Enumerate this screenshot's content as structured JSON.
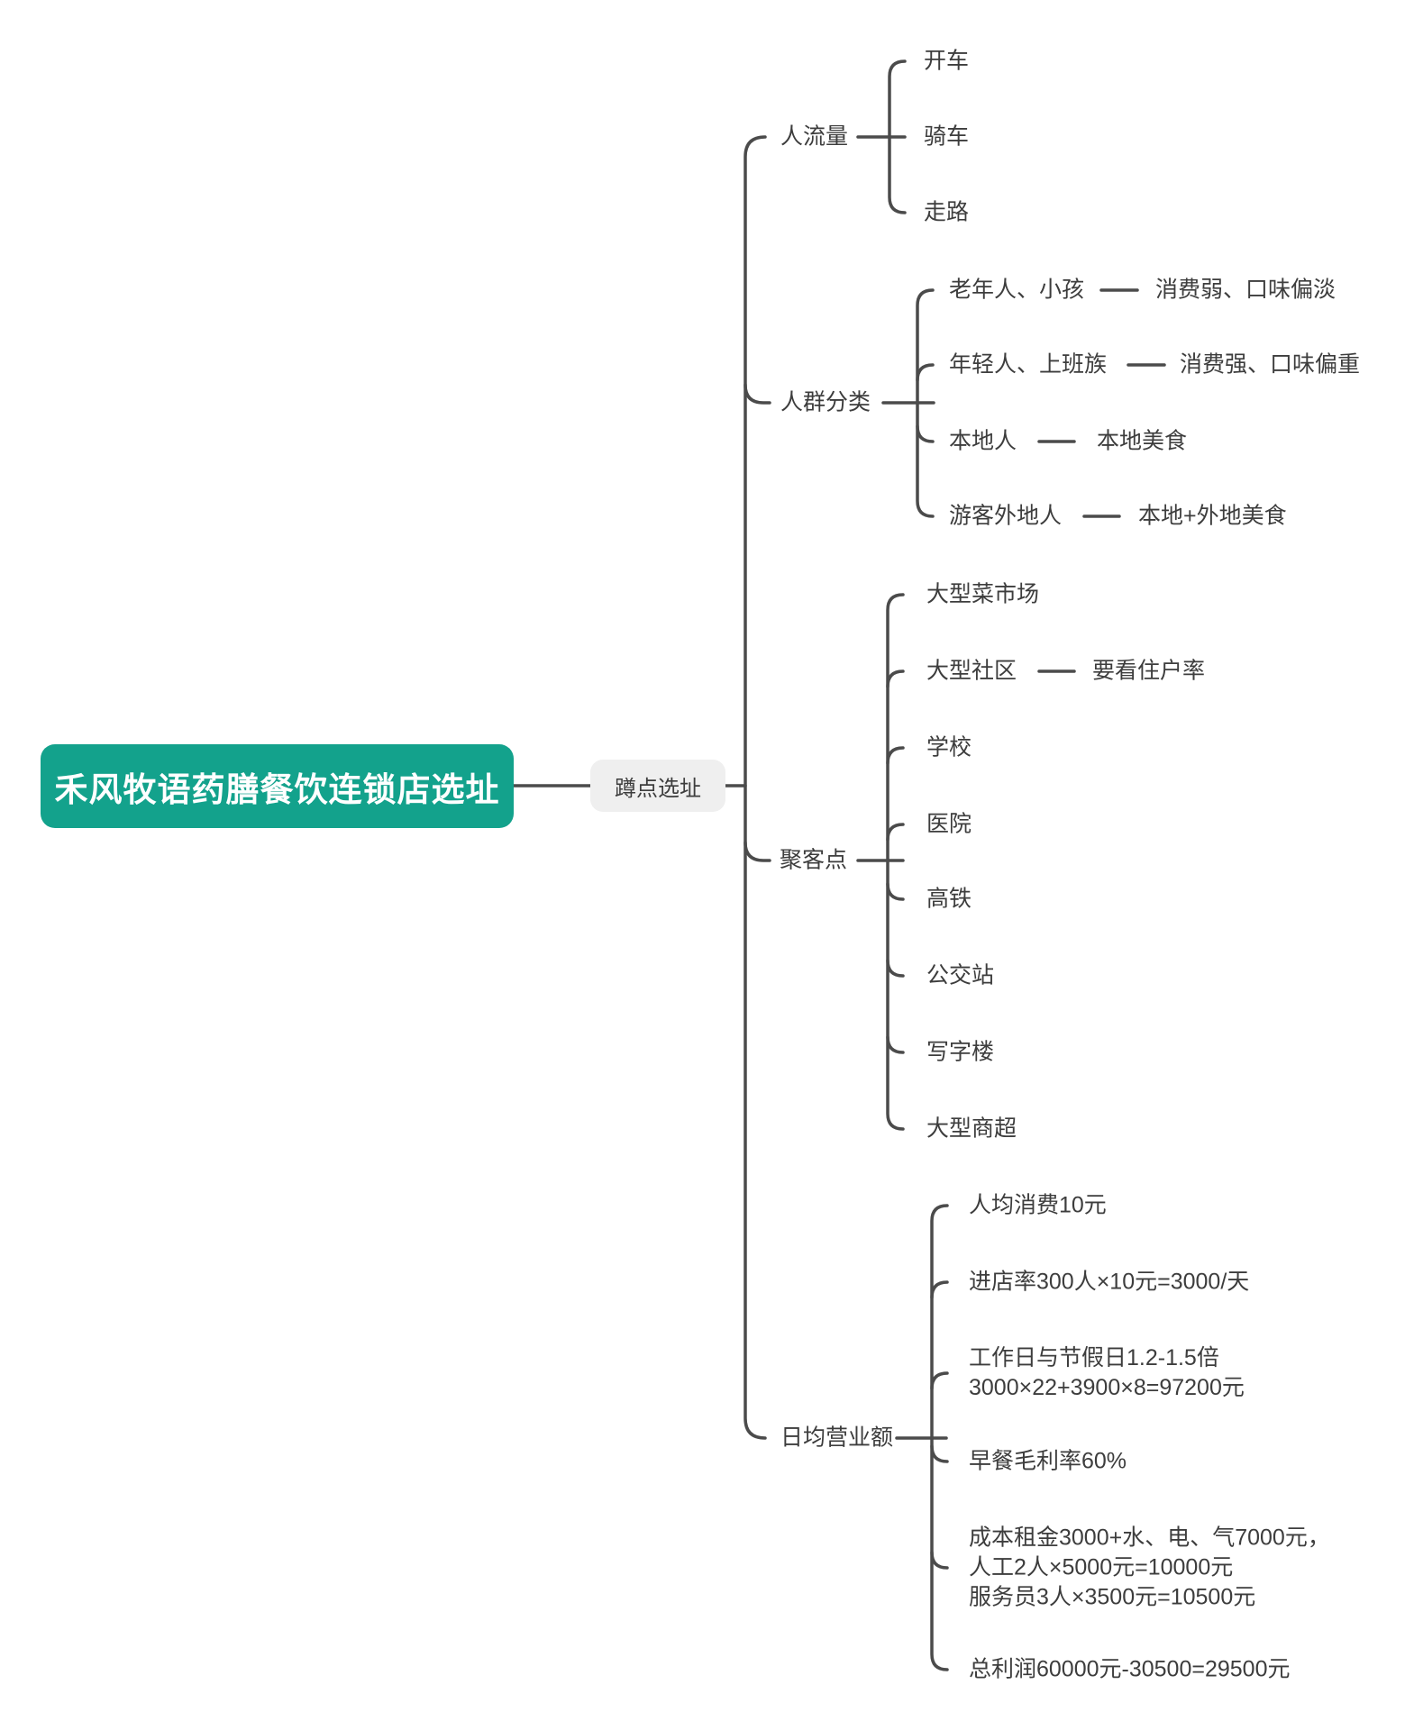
{
  "colors": {
    "root_bg": "#13a28c",
    "root_text": "#ffffff",
    "hub_bg": "#efefef",
    "line": "#4b4b4b",
    "text": "#3d3d3d",
    "page_bg": "#ffffff"
  },
  "root": {
    "label": "禾风牧语药膳餐饮连锁店选址"
  },
  "hub": {
    "label": "蹲点选址"
  },
  "branches": [
    {
      "label": "人流量",
      "children": [
        {
          "label": "开车"
        },
        {
          "label": "骑车"
        },
        {
          "label": "走路"
        }
      ]
    },
    {
      "label": "人群分类",
      "children": [
        {
          "label": "老年人、小孩",
          "note": "消费弱、口味偏淡"
        },
        {
          "label": "年轻人、上班族",
          "note": "消费强、口味偏重"
        },
        {
          "label": "本地人",
          "note": "本地美食"
        },
        {
          "label": "游客外地人",
          "note": "本地+外地美食"
        }
      ]
    },
    {
      "label": "聚客点",
      "children": [
        {
          "label": "大型菜市场"
        },
        {
          "label": "大型社区",
          "note": "要看住户率"
        },
        {
          "label": "学校"
        },
        {
          "label": "医院"
        },
        {
          "label": "高铁"
        },
        {
          "label": "公交站"
        },
        {
          "label": "写字楼"
        },
        {
          "label": "大型商超"
        }
      ]
    },
    {
      "label": "日均营业额",
      "children": [
        {
          "label": "人均消费10元"
        },
        {
          "label": "进店率300人×10元=3000/天"
        },
        {
          "label": "工作日与节假日1.2-1.5倍\n3000×22+3900×8=97200元"
        },
        {
          "label": "早餐毛利率60%"
        },
        {
          "label": "成本租金3000+水、电、气7000元，\n人工2人×5000元=10000元\n服务员3人×3500元=10500元"
        },
        {
          "label": "总利润60000元-30500=29500元"
        }
      ]
    }
  ]
}
